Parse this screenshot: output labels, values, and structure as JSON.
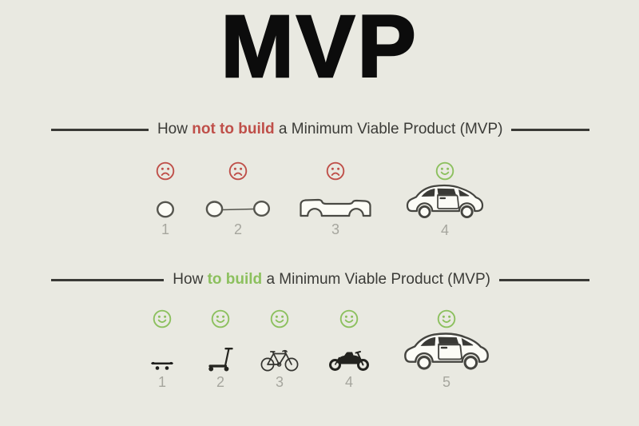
{
  "page_title": "MVP",
  "colors": {
    "background": "#e9e9e1",
    "heading_text": "#3b3b37",
    "red": "#bf4f49",
    "green": "#8cc05e",
    "number_gray": "#a6a69e",
    "line": "#3a3a36"
  },
  "sections": [
    {
      "heading": {
        "prefix": "How ",
        "highlight": "not to build",
        "suffix": " a Minimum Viable Product (MVP)",
        "highlight_class": "hl-red"
      },
      "items": [
        {
          "num": "1",
          "icon": "wheel-icon",
          "mood": "sad"
        },
        {
          "num": "2",
          "icon": "wheel-axle-icon",
          "mood": "sad"
        },
        {
          "num": "3",
          "icon": "car-chassis-icon",
          "mood": "sad"
        },
        {
          "num": "4",
          "icon": "car-icon",
          "mood": "happy"
        }
      ]
    },
    {
      "heading": {
        "prefix": "How ",
        "highlight": "to build",
        "suffix": " a Minimum Viable Product (MVP)",
        "highlight_class": "hl-green"
      },
      "items": [
        {
          "num": "1",
          "icon": "skateboard-icon",
          "mood": "happy"
        },
        {
          "num": "2",
          "icon": "scooter-icon",
          "mood": "happy"
        },
        {
          "num": "3",
          "icon": "bicycle-icon",
          "mood": "happy"
        },
        {
          "num": "4",
          "icon": "motorcycle-icon",
          "mood": "happy"
        },
        {
          "num": "5",
          "icon": "car-icon",
          "mood": "happy"
        }
      ]
    }
  ]
}
